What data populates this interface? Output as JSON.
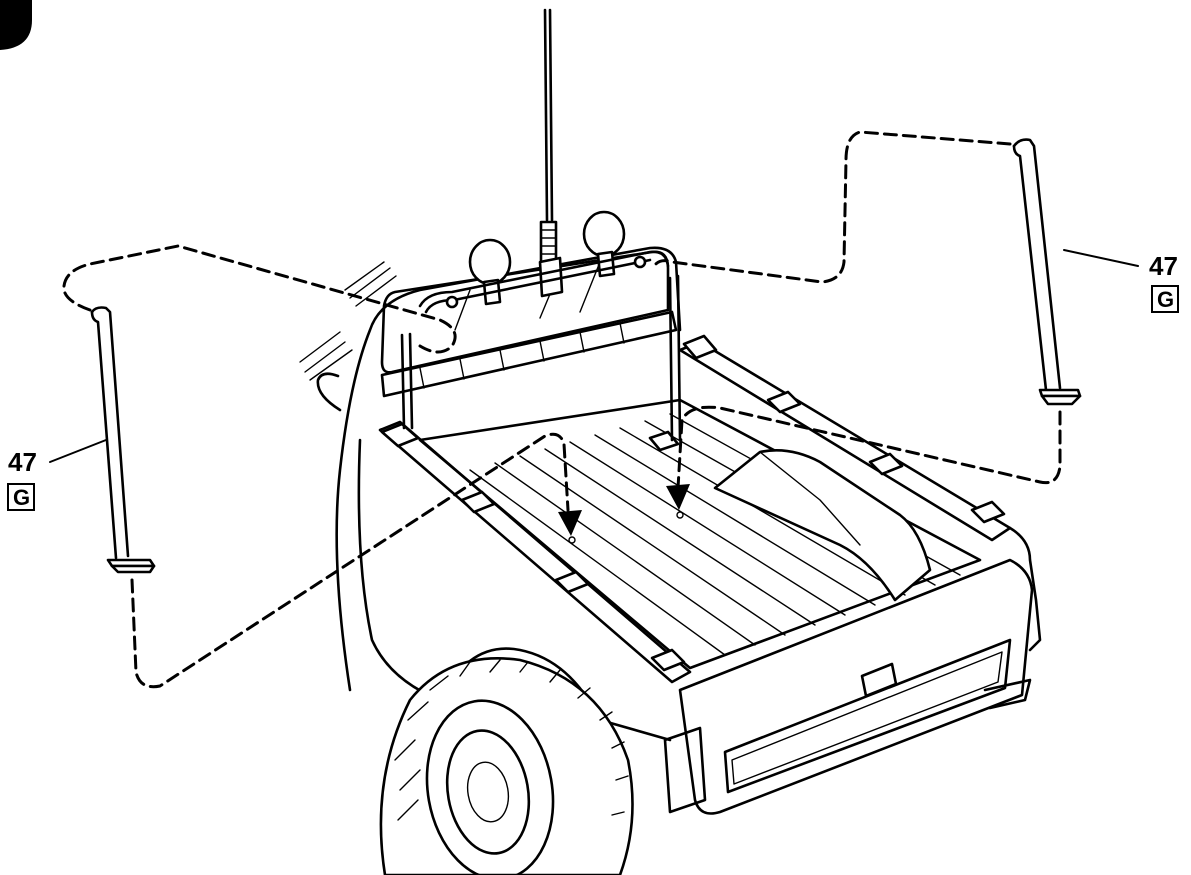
{
  "step_marker": {
    "color": "#000000"
  },
  "callouts": [
    {
      "part_number": "47",
      "part_letter": "G",
      "side": "left"
    },
    {
      "part_number": "47",
      "part_letter": "G",
      "side": "right"
    }
  ],
  "colors": {
    "ink": "#000000",
    "paper": "#ffffff"
  }
}
